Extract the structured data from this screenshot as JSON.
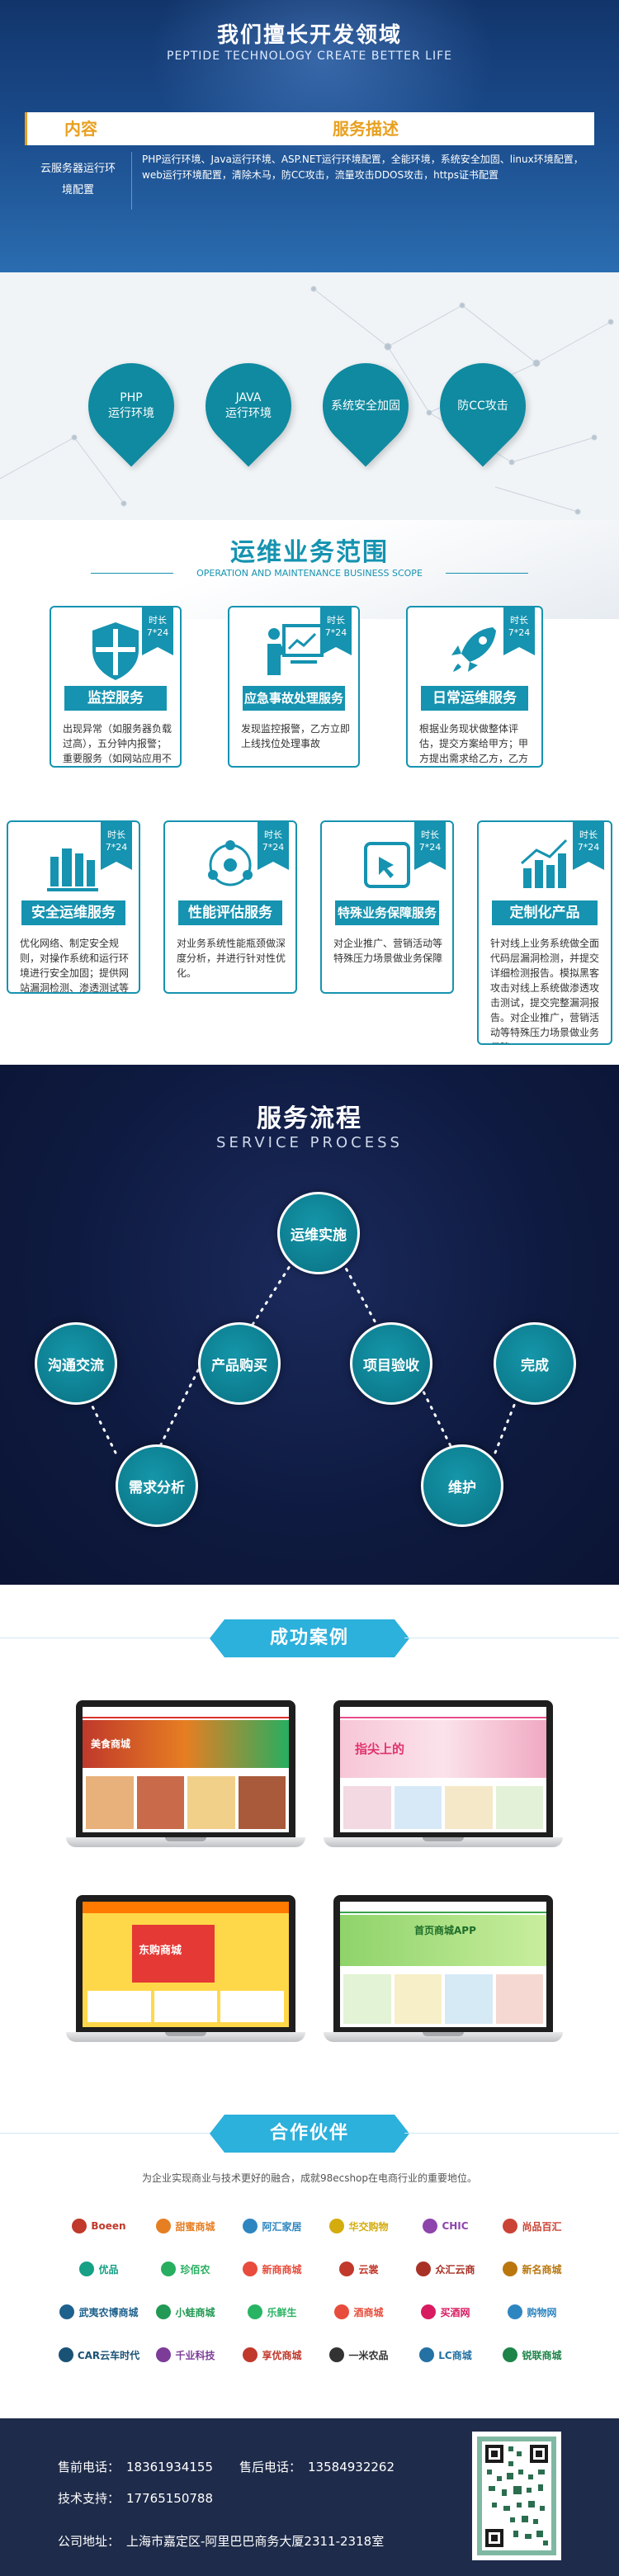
{
  "header": {
    "title": "我们擅长开发领域",
    "subtitle": "PEPTIDE TECHNOLOGY CREATE BETTER LIFE",
    "col_content": "内容",
    "col_desc": "服务描述",
    "row_label": "云服务器运行环境配置",
    "row_desc": "PHP运行环境、Java运行环境、ASP.NET运行环境配置，全能环境，系统安全加固、linux环境配置，web运行环境配置，清除木马，防CC攻击，流量攻击DDOS攻击，https证书配置"
  },
  "circles": [
    {
      "line1": "PHP",
      "line2": "运行环境"
    },
    {
      "line1": "JAVA",
      "line2": "运行环境"
    },
    {
      "line1": "系统安全加固",
      "line2": ""
    },
    {
      "line1": "防CC攻击",
      "line2": ""
    }
  ],
  "ops": {
    "title": "运维业务范围",
    "subtitle": "OPERATION AND MAINTENANCE BUSINESS SCOPE",
    "badge_line1": "时长",
    "badge_line2": "7*24",
    "cards": [
      {
        "label": "监控服务",
        "desc": "出现异常（如服务器负载过高），五分钟内报警；重要服务（如网站应用不能正常访问）一分钟内报警"
      },
      {
        "label": "应急事故处理服务",
        "desc": "发现监控报警，乙方立即上线找位处理事故"
      },
      {
        "label": "日常运维服务",
        "desc": "根据业务现状做整体评估，提交方案给甲方；甲方提出需求给乙方，乙方评估后确认实施。"
      },
      {
        "label": "安全运维服务",
        "desc": "优化网络、制定安全规则，对操作系统和运行环境进行安全加固；提供网站漏洞检测、渗透测试等安全类增值服务"
      },
      {
        "label": "性能评估服务",
        "desc": "对业务系统性能瓶颈做深度分析，并进行针对性优化。"
      },
      {
        "label": "特殊业务保障服务",
        "desc": "对企业推广、营销活动等特殊压力场景做业务保障"
      },
      {
        "label": "定制化产品",
        "desc": "针对线上业务系统做全面代码层漏洞检测，并提交详细检测报告。模拟黑客攻击对线上系统做渗透攻击测试，提交完整漏洞报告。对企业推广，营销活动等特殊压力场景做业务保障"
      }
    ]
  },
  "process": {
    "title": "服务流程",
    "subtitle": "SERVICE PROCESS",
    "nodes": {
      "ops": "运维实施",
      "comm": "沟通交流",
      "buy": "产品购买",
      "accept": "项目验收",
      "done": "完成",
      "analysis": "需求分析",
      "maintain": "维护"
    }
  },
  "cases": {
    "title": "成功案例",
    "screens": [
      {
        "caption": "美食商城"
      },
      {
        "caption": "指尖上的"
      },
      {
        "caption": "东购商城"
      },
      {
        "caption": "首页商城APP"
      }
    ]
  },
  "partners": {
    "title": "合作伙伴",
    "desc": "为企业实现商业与技术更好的融合，成就98ecshop在电商行业的重要地位。",
    "logos": [
      "Boeen",
      "甜蜜商城",
      "阿汇家居",
      "华交购物",
      "CHIC",
      "尚品百汇",
      "优品",
      "珍佰农",
      "新商商城",
      "云裳",
      "众汇云商",
      "新名商城",
      "武夷农博商城",
      "小蛙商城",
      "乐鲜生",
      "酒商城",
      "买酒网",
      "购物网",
      "CAR云车时代",
      "千业科技",
      "享优商城",
      "一米农品",
      "LC商城",
      "锐联商城"
    ]
  },
  "footer": {
    "sales_phone_label": "售前电话：",
    "sales_phone": "18361934155",
    "sales_phone2_label": "售后电话：",
    "sales_phone2": "13584932262",
    "tech_label": "技术支持：",
    "tech_phone": "17765150788",
    "address_label": "公司地址：",
    "address": "上海市嘉定区-阿里巴巴商务大厦2311-2318室"
  }
}
